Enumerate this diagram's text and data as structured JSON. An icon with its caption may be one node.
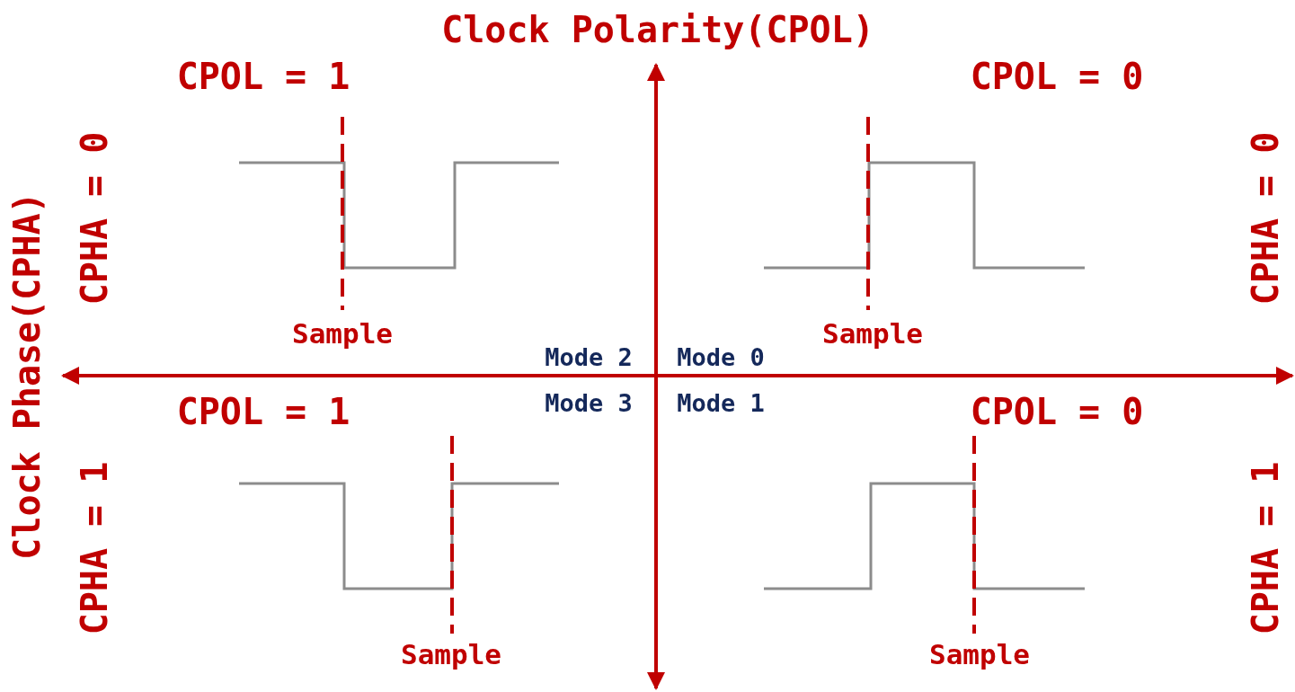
{
  "diagram": {
    "labels": [
      "Clock Polarity(CPOL)",
      "CPOL = 1",
      "CPOL = 0",
      "CPHA = 0",
      "CPHA = 0",
      "Clock Phase(CPHA)",
      "Sample",
      "Sample",
      "Mode 2",
      "Mode 0",
      "Mode 3",
      "Mode 1",
      "CPOL = 1",
      "CPOL = 0",
      "CPHA = 1",
      "CPHA = 1",
      "Sample",
      "Sample"
    ]
  }
}
